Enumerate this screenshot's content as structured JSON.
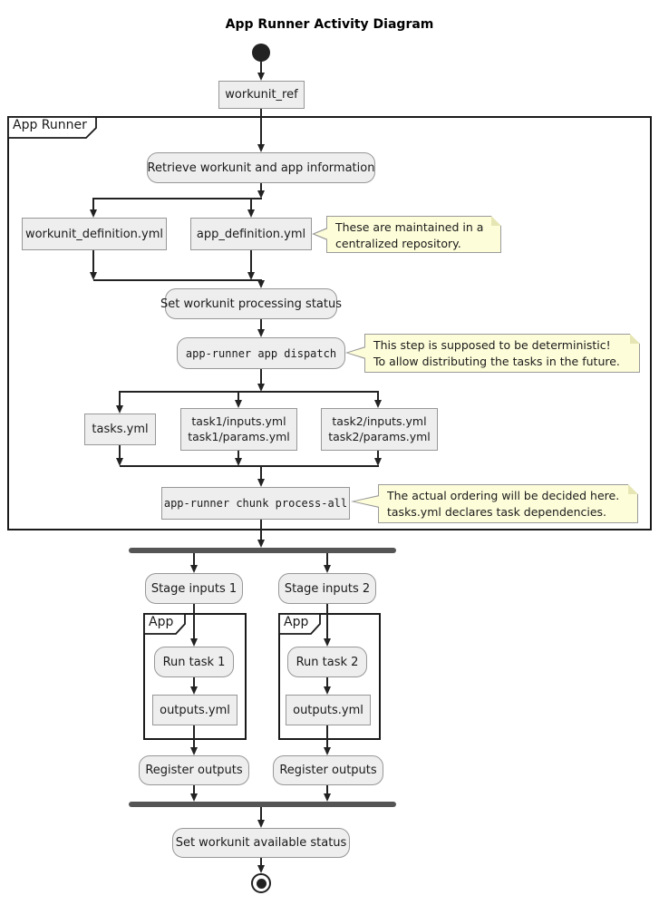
{
  "title": "App Runner Activity Diagram",
  "colors": {
    "activity_fill": "#eeeeee",
    "activity_border": "#979797",
    "artifact_fill": "#eeeeee",
    "artifact_border": "#979797",
    "note_fill": "#fdfdda",
    "note_border": "#9a9a9a",
    "partition_border": "#1a1a1a",
    "line": "#222222",
    "bar": "#555555"
  },
  "partitions": {
    "app_runner": "App Runner",
    "app1": "App",
    "app2": "App"
  },
  "nodes": {
    "workunit_ref": "workunit_ref",
    "retrieve": "Retrieve workunit and app information",
    "workunit_definition": "workunit_definition.yml",
    "app_definition": "app_definition.yml",
    "set_processing": "Set workunit processing status",
    "dispatch": "app-runner app dispatch",
    "tasks_yml": "tasks.yml",
    "task1_inputs": "task1/inputs.yml",
    "task1_params": "task1/params.yml",
    "task2_inputs": "task2/inputs.yml",
    "task2_params": "task2/params.yml",
    "chunk_process": "app-runner chunk process-all",
    "stage_inputs_1": "Stage inputs 1",
    "stage_inputs_2": "Stage inputs 2",
    "run_task_1": "Run task 1",
    "run_task_2": "Run task 2",
    "outputs_1": "outputs.yml",
    "outputs_2": "outputs.yml",
    "register_1": "Register outputs",
    "register_2": "Register outputs",
    "set_available": "Set workunit available status"
  },
  "notes": {
    "repository": [
      "These are maintained in a",
      "centralized repository."
    ],
    "deterministic": [
      "This step is supposed to be deterministic!",
      "To allow distributing the tasks in the future."
    ],
    "ordering": [
      "The actual ordering will be decided here.",
      "tasks.yml declares task dependencies."
    ]
  }
}
